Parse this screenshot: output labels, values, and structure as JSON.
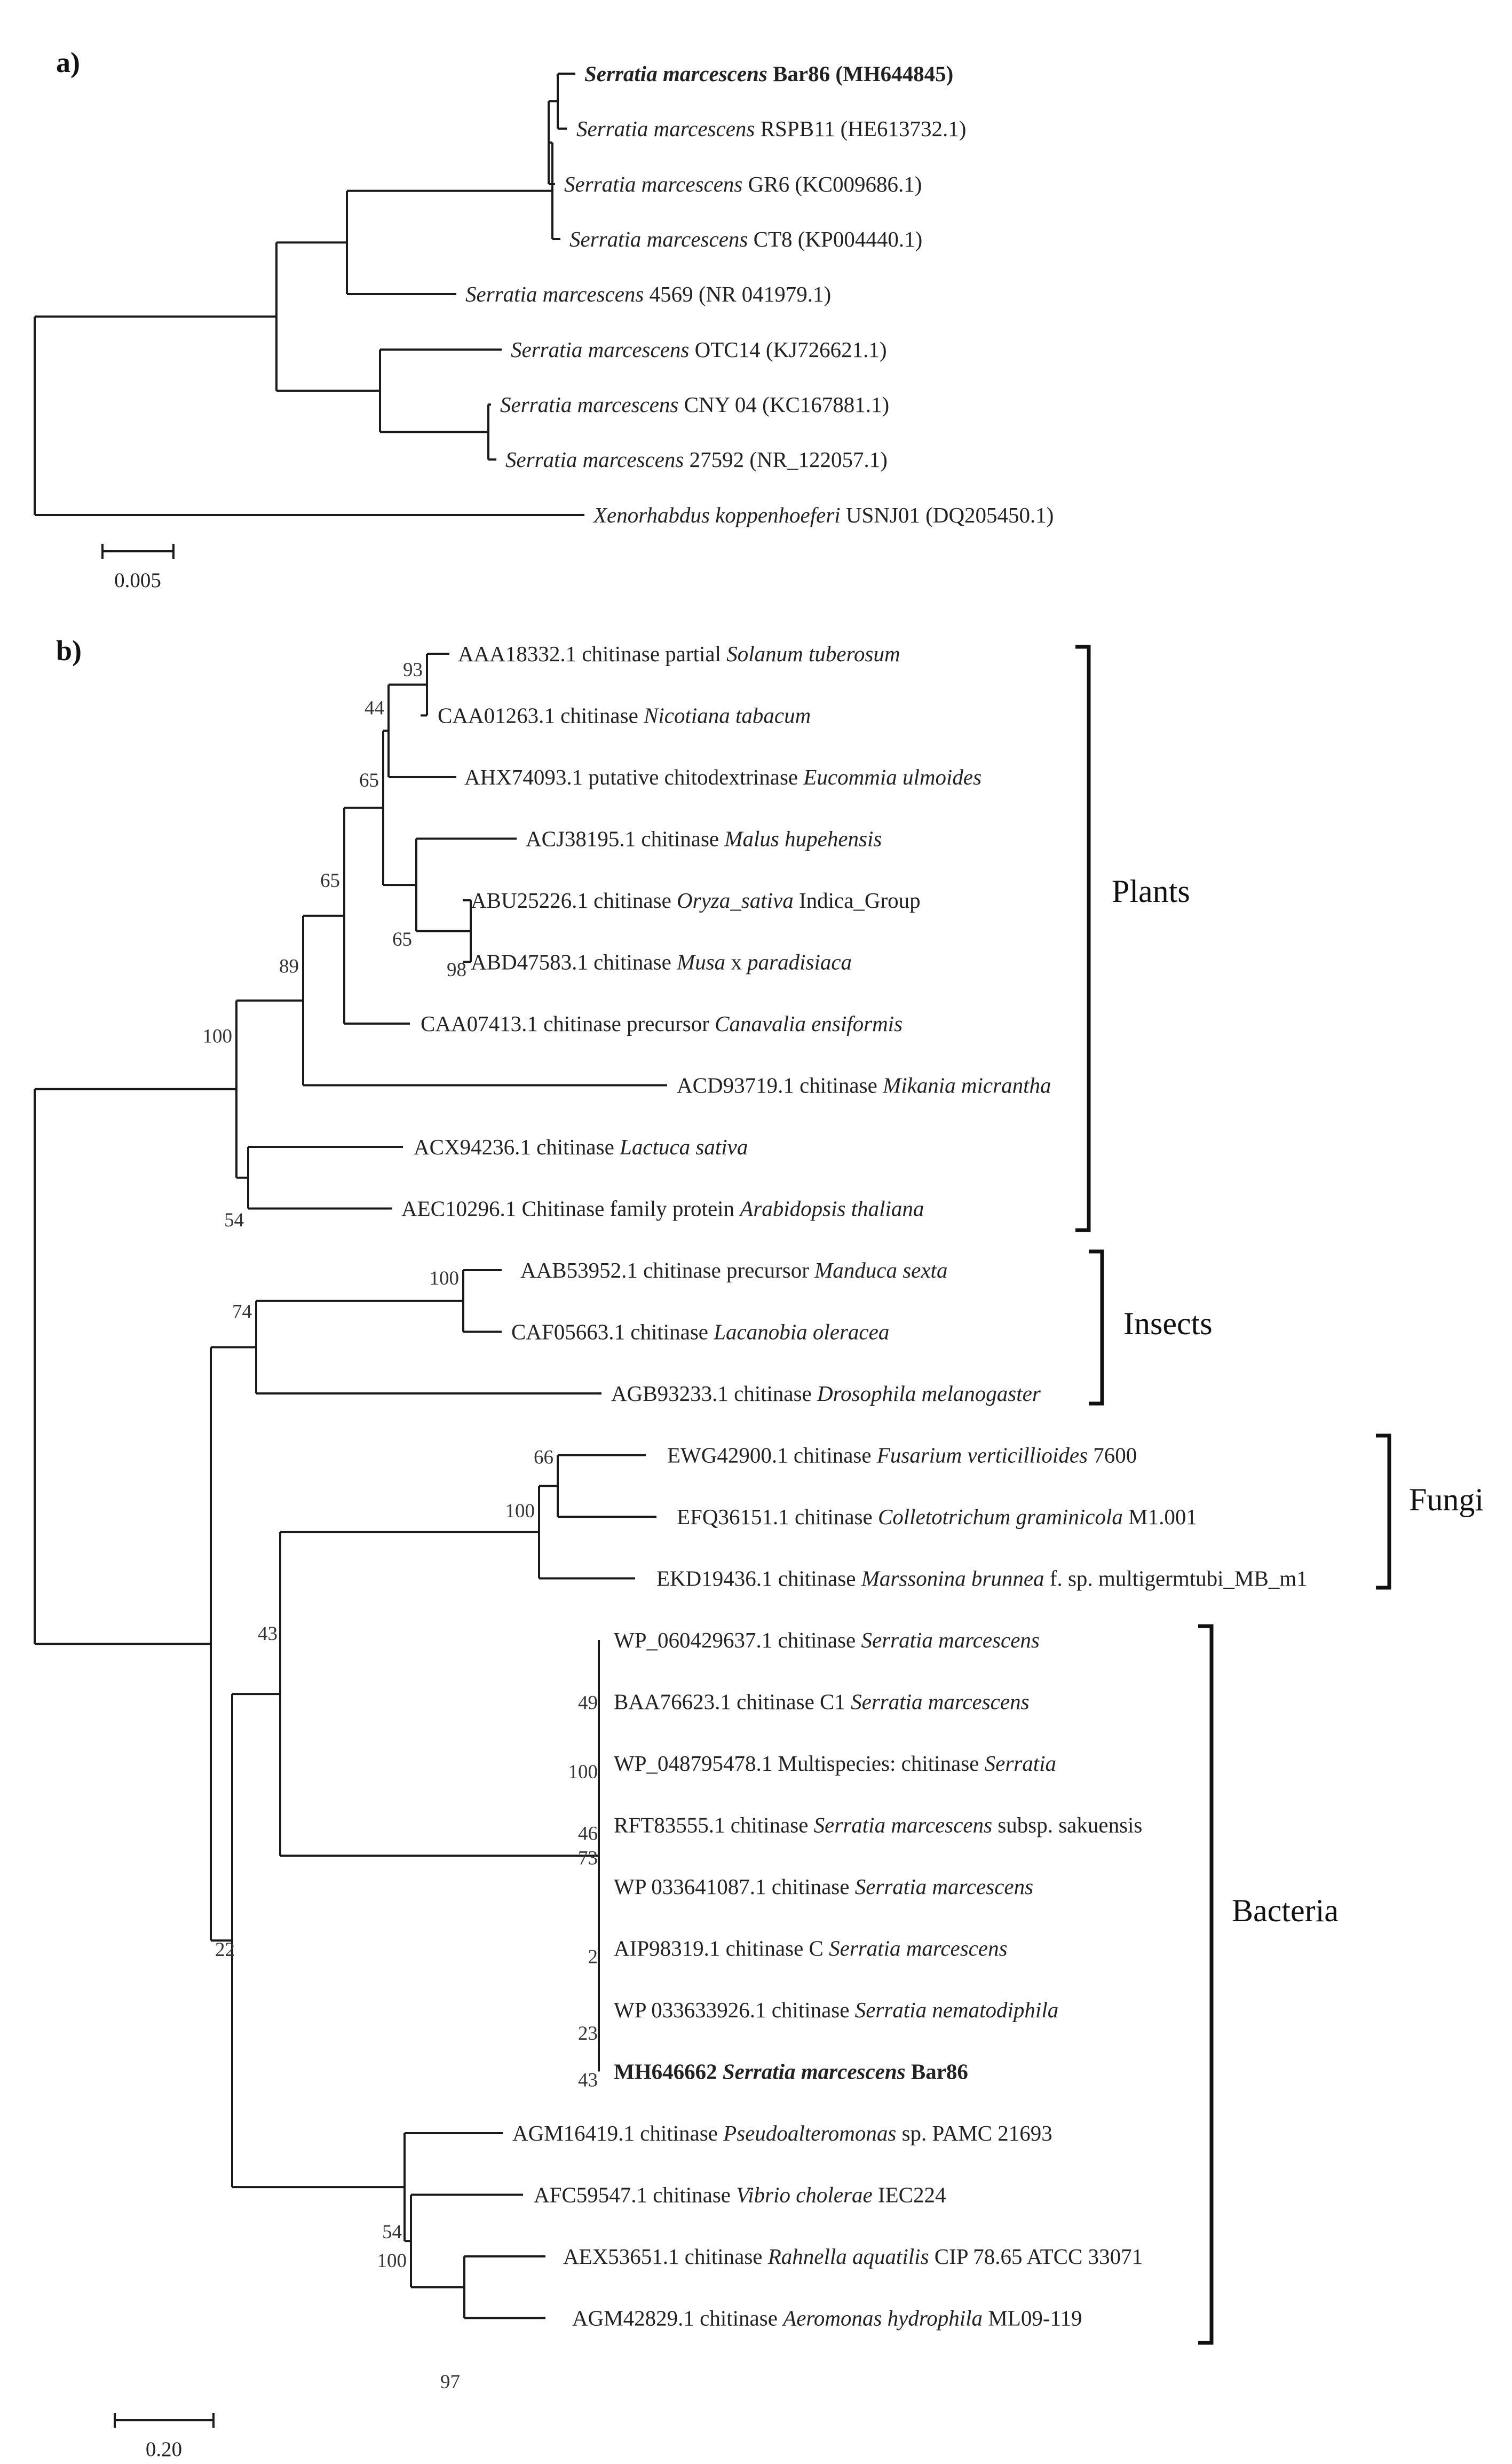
{
  "panels": [
    {
      "label": "a)",
      "scale_bar": "0.005",
      "taxa": [
        {
          "parts": [
            {
              "t": "Serratia marcescens",
              "i": true,
              "b": true
            },
            {
              "t": " Bar86 (MH644845)",
              "b": true
            }
          ]
        },
        {
          "parts": [
            {
              "t": "Serratia  marcescens",
              "i": true
            },
            {
              "t": " RSPB11 (HE613732.1)"
            }
          ]
        },
        {
          "parts": [
            {
              "t": "Serratia marcescens",
              "i": true
            },
            {
              "t": " GR6 (KC009686.1)"
            }
          ]
        },
        {
          "parts": [
            {
              "t": "Serratia marcescens",
              "i": true
            },
            {
              "t": " CT8 (KP004440.1)"
            }
          ]
        },
        {
          "parts": [
            {
              "t": "Serratia marcescens",
              "i": true
            },
            {
              "t": " 4569 (NR 041979.1)"
            }
          ]
        },
        {
          "parts": [
            {
              "t": "Serratia marcescens",
              "i": true
            },
            {
              "t": " OTC14 (KJ726621.1)"
            }
          ]
        },
        {
          "parts": [
            {
              "t": "Serratia marcescens",
              "i": true
            },
            {
              "t": " CNY 04 (KC167881.1)"
            }
          ]
        },
        {
          "parts": [
            {
              "t": "Serratia marcescens",
              "i": true
            },
            {
              "t": " 27592 (NR_122057.1)"
            }
          ]
        },
        {
          "parts": [
            {
              "t": "Xenorhabdus koppenhoeferi",
              "i": true
            },
            {
              "t": " USNJ01 (DQ205450.1)"
            }
          ]
        }
      ]
    },
    {
      "label": "b)",
      "scale_bar": "0.20",
      "taxa": [
        {
          "parts": [
            {
              "t": "AAA18332.1 chitinase partial "
            },
            {
              "t": "Solanum tuberosum",
              "i": true
            }
          ]
        },
        {
          "parts": [
            {
              "t": "CAA01263.1 chitinase "
            },
            {
              "t": "Nicotiana tabacum",
              "i": true
            }
          ]
        },
        {
          "parts": [
            {
              "t": "AHX74093.1 putative chitodextrinase "
            },
            {
              "t": "Eucommia ulmoides",
              "i": true
            }
          ]
        },
        {
          "parts": [
            {
              "t": "ACJ38195.1 chitinase "
            },
            {
              "t": "Malus hupehensis",
              "i": true
            }
          ]
        },
        {
          "parts": [
            {
              "t": "ABU25226.1 chitinase "
            },
            {
              "t": "Oryza_sativa",
              "i": true
            },
            {
              "t": " Indica_Group"
            }
          ]
        },
        {
          "parts": [
            {
              "t": "ABD47583.1 chitinase "
            },
            {
              "t": "Musa",
              "i": true
            },
            {
              "t": " x "
            },
            {
              "t": "paradisiaca",
              "i": true
            }
          ]
        },
        {
          "parts": [
            {
              "t": "CAA07413.1 chitinase precursor "
            },
            {
              "t": "Canavalia ensiformis",
              "i": true
            }
          ]
        },
        {
          "parts": [
            {
              "t": "ACD93719.1 chitinase "
            },
            {
              "t": "Mikania micrantha",
              "i": true
            }
          ]
        },
        {
          "parts": [
            {
              "t": "ACX94236.1 chitinase "
            },
            {
              "t": "Lactuca sativa",
              "i": true
            }
          ]
        },
        {
          "parts": [
            {
              "t": "AEC10296.1 Chitinase family protein "
            },
            {
              "t": "Arabidopsis thaliana",
              "i": true
            }
          ]
        },
        {
          "parts": [
            {
              "t": "AAB53952.1 chitinase precursor "
            },
            {
              "t": "Manduca sexta",
              "i": true
            }
          ]
        },
        {
          "parts": [
            {
              "t": "CAF05663.1 chitinase "
            },
            {
              "t": "Lacanobia oleracea",
              "i": true
            }
          ]
        },
        {
          "parts": [
            {
              "t": "AGB93233.1 chitinase "
            },
            {
              "t": "Drosophila melanogaster",
              "i": true
            }
          ]
        },
        {
          "parts": [
            {
              "t": "EWG42900.1 chitinase "
            },
            {
              "t": "Fusarium verticillioides",
              "i": true
            },
            {
              "t": " 7600"
            }
          ]
        },
        {
          "parts": [
            {
              "t": "EFQ36151.1 chitinase "
            },
            {
              "t": "Colletotrichum graminicola",
              "i": true
            },
            {
              "t": " M1.001"
            }
          ]
        },
        {
          "parts": [
            {
              "t": "EKD19436.1 chitinase "
            },
            {
              "t": "Marssonina brunnea",
              "i": true
            },
            {
              "t": " f. sp. multigermtubi_MB_m1"
            }
          ]
        },
        {
          "parts": [
            {
              "t": "WP_060429637.1 chitinase "
            },
            {
              "t": "Serratia marcescens",
              "i": true
            }
          ]
        },
        {
          "parts": [
            {
              "t": "BAA76623.1 chitinase C1 "
            },
            {
              "t": "Serratia marcescens",
              "i": true
            }
          ]
        },
        {
          "parts": [
            {
              "t": "WP_048795478.1 Multispecies: chitinase "
            },
            {
              "t": "Serratia",
              "i": true
            }
          ]
        },
        {
          "parts": [
            {
              "t": "RFT83555.1 chitinase "
            },
            {
              "t": "Serratia marcescens",
              "i": true
            },
            {
              "t": " subsp. sakuensis"
            }
          ]
        },
        {
          "parts": [
            {
              "t": "WP 033641087.1 chitinase "
            },
            {
              "t": "Serratia marcescens",
              "i": true
            }
          ]
        },
        {
          "parts": [
            {
              "t": "AIP98319.1 chitinase C "
            },
            {
              "t": "Serratia marcescens",
              "i": true
            }
          ]
        },
        {
          "parts": [
            {
              "t": "WP 033633926.1 chitinase "
            },
            {
              "t": "Serratia nematodiphila",
              "i": true
            }
          ]
        },
        {
          "parts": [
            {
              "t": "MH646662 ",
              "b": true
            },
            {
              "t": "Serratia marcescens",
              "i": true,
              "b": true
            },
            {
              "t": " Bar86",
              "b": true
            }
          ]
        },
        {
          "parts": [
            {
              "t": "AGM16419.1 chitinase "
            },
            {
              "t": "Pseudoalteromonas",
              "i": true
            },
            {
              "t": " sp. PAMC 21693"
            }
          ]
        },
        {
          "parts": [
            {
              "t": "AFC59547.1 chitinase "
            },
            {
              "t": "Vibrio cholerae",
              "i": true
            },
            {
              "t": " IEC224"
            }
          ]
        },
        {
          "parts": [
            {
              "t": "AEX53651.1 chitinase "
            },
            {
              "t": "Rahnella aquatilis",
              "i": true
            },
            {
              "t": " CIP 78.65 ATCC 33071"
            }
          ]
        },
        {
          "parts": [
            {
              "t": "AGM42829.1 chitinase "
            },
            {
              "t": "Aeromonas hydrophila",
              "i": true
            },
            {
              "t": " ML09-119"
            }
          ]
        }
      ],
      "bootstrap": [
        "93",
        "44",
        "65",
        "65",
        "65",
        "98",
        "89",
        "100",
        "54",
        "100",
        "74",
        "66",
        "100",
        "43",
        "49",
        "100",
        "46",
        "73",
        "2",
        "23",
        "43",
        "100",
        "54",
        "97",
        "22"
      ],
      "groups": [
        "Plants",
        "Insects",
        "Fungi",
        "Bacteria"
      ]
    }
  ]
}
